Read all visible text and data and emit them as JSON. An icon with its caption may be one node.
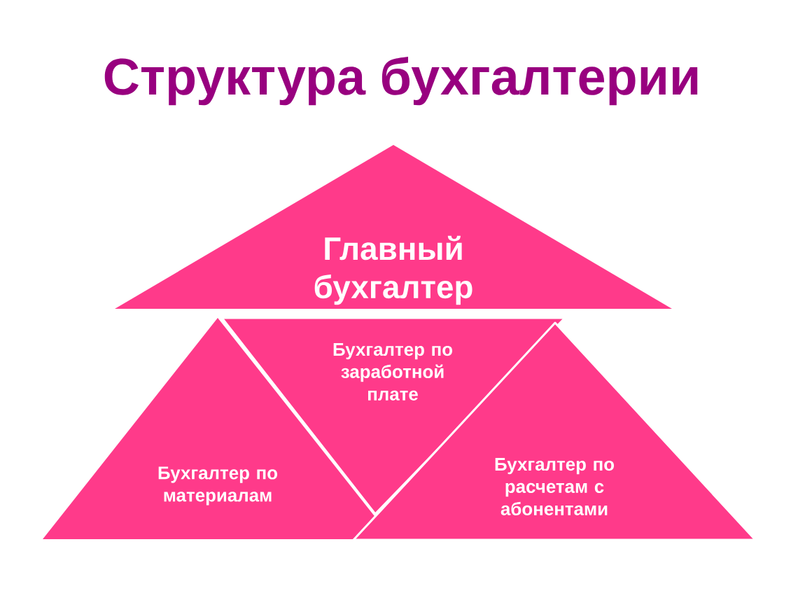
{
  "diagram": {
    "title": "Структура бухгалтерии",
    "nodes": [
      {
        "text": [
          "Главный бухгалтер"
        ]
      },
      {
        "text": [
          "Бухгалтер по заработной плате"
        ]
      },
      {
        "text": [
          "Бухгалтер по материалам"
        ]
      },
      {
        "text": [
          "Бухгалтер по расчетам с абонентами"
        ]
      }
    ]
  }
}
